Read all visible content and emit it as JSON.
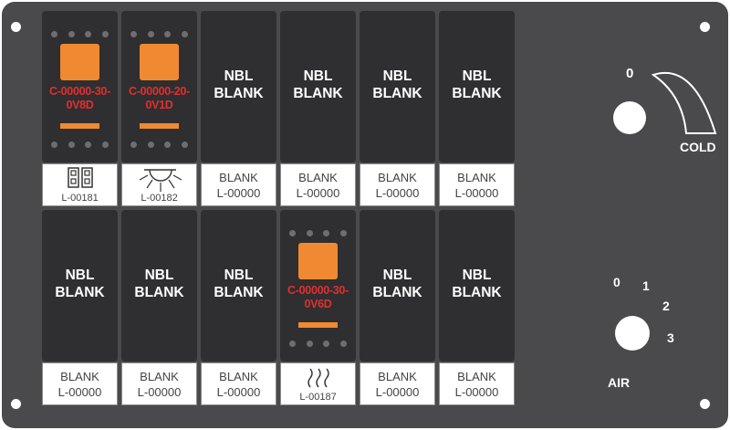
{
  "switch_text": {
    "nbl_line1": "NBL",
    "nbl_line2": "BLANK"
  },
  "modules": {
    "m1": {
      "code_line1": "C-00000-30-",
      "code_line2": "0V8D"
    },
    "m2": {
      "code_line1": "C-00000-20-",
      "code_line2": "0V1D"
    },
    "m10": {
      "code_line1": "C-00000-30-",
      "code_line2": "0V6D"
    }
  },
  "labels": {
    "blank_text": "BLANK",
    "blank_code": "L-00000",
    "l1_code": "L-00181",
    "l2_code": "L-00182",
    "l10_code": "L-00187"
  },
  "icons": {
    "l1": "double-outlet-icon",
    "l2": "light-icon",
    "l10": "heat-waves-icon"
  },
  "temperature_control": {
    "zero_label": "0",
    "cold_label": "COLD"
  },
  "air_control": {
    "positions": [
      "0",
      "1",
      "2",
      "3"
    ],
    "label": "AIR"
  },
  "colors": {
    "panel": "#4a4a4c",
    "switch": "#2f2e30",
    "accent_orange": "#f08a32",
    "code_red": "#e12f2f"
  }
}
